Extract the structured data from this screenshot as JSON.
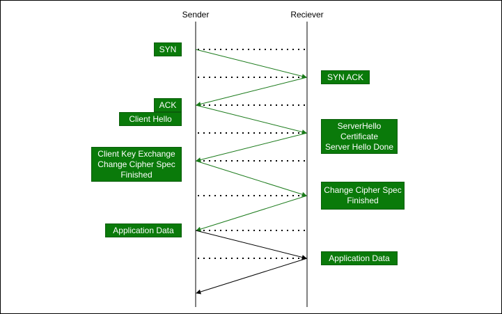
{
  "lanes": {
    "sender": "Sender",
    "receiver": "Reciever"
  },
  "messages": {
    "syn": "SYN",
    "syn_ack": "SYN ACK",
    "ack": "ACK",
    "client_hello": "Client Hello",
    "server_hello": [
      "ServerHello",
      "Certificate",
      "Server Hello Done"
    ],
    "client_key_exchange": [
      "Client Key Exchange",
      "Change Cipher Spec",
      "Finished"
    ],
    "server_change_cipher": [
      "Change Cipher Spec",
      "Finished"
    ],
    "client_app_data": "Application Data",
    "server_app_data": "Application Data"
  },
  "colors": {
    "box_fill": "#0a7a0a",
    "arrow_green": "#1a7a1a",
    "arrow_black": "#000000"
  }
}
